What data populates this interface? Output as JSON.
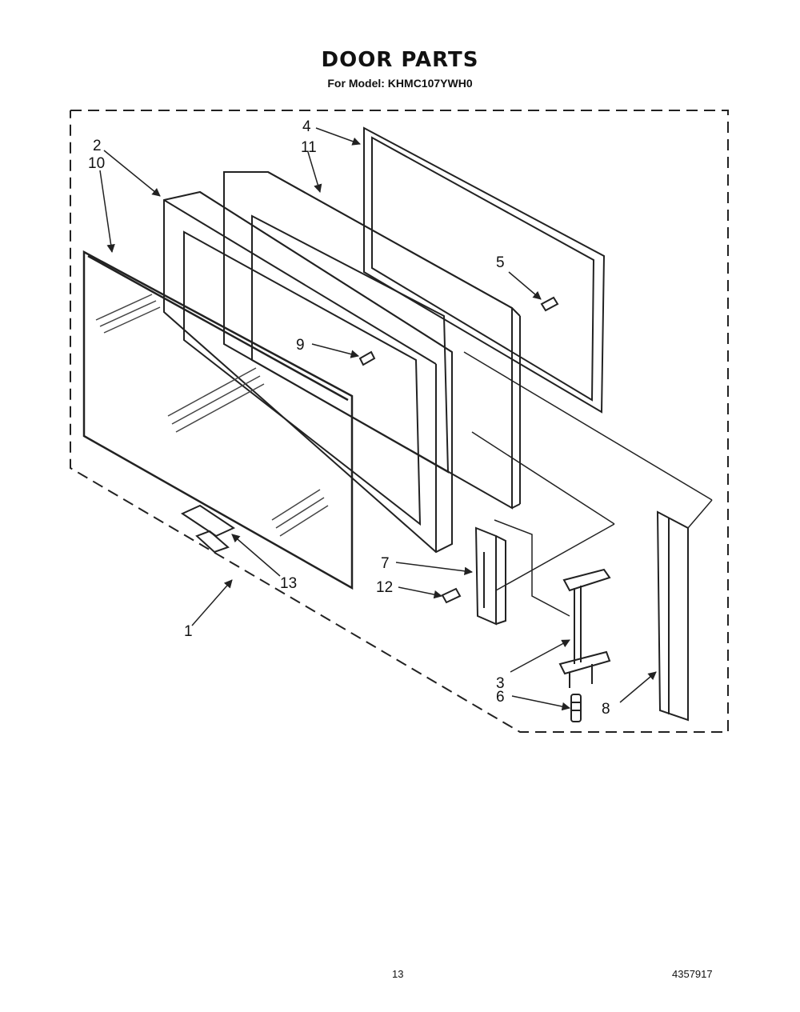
{
  "header": {
    "title": "DOOR PARTS",
    "subtitle": "For Model: KHMC107YWH0"
  },
  "callouts": {
    "c1": "1",
    "c2": "2",
    "c3": "3",
    "c4": "4",
    "c5": "5",
    "c6": "6",
    "c7": "7",
    "c8": "8",
    "c9": "9",
    "c10": "10",
    "c11": "11",
    "c12": "12",
    "c13": "13"
  },
  "footer": {
    "page_number": "13",
    "doc_code": "4357917"
  }
}
